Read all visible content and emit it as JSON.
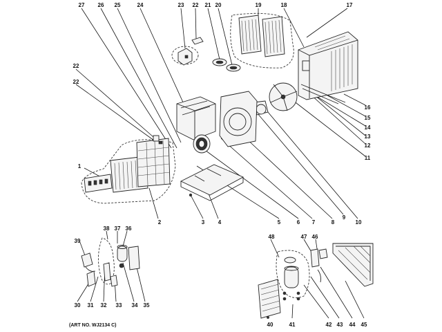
{
  "diagram": {
    "art_number": "(ART NO. WJ2134 C)",
    "callouts": {
      "c1": "1",
      "c2": "2",
      "c3": "3",
      "c4": "4",
      "c5": "5",
      "c6": "6",
      "c7": "7",
      "c8": "8",
      "c9": "9",
      "c10": "10",
      "c11": "11",
      "c12": "12",
      "c13": "13",
      "c14": "14",
      "c15": "15",
      "c16": "16",
      "c17": "17",
      "c18": "18",
      "c19": "19",
      "c20": "20",
      "c21": "21",
      "c22a": "22",
      "c22b": "22",
      "c22c": "22",
      "c23": "23",
      "c24": "24",
      "c25": "25",
      "c26": "26",
      "c27": "27",
      "c30": "30",
      "c31": "31",
      "c32": "32",
      "c33": "33",
      "c34": "34",
      "c35": "35",
      "c36": "36",
      "c37": "37",
      "c38": "38",
      "c39": "39",
      "c40": "40",
      "c41": "41",
      "c42": "42",
      "c43": "43",
      "c44": "44",
      "c45": "45",
      "c46": "46",
      "c47": "47",
      "c48": "48"
    }
  }
}
